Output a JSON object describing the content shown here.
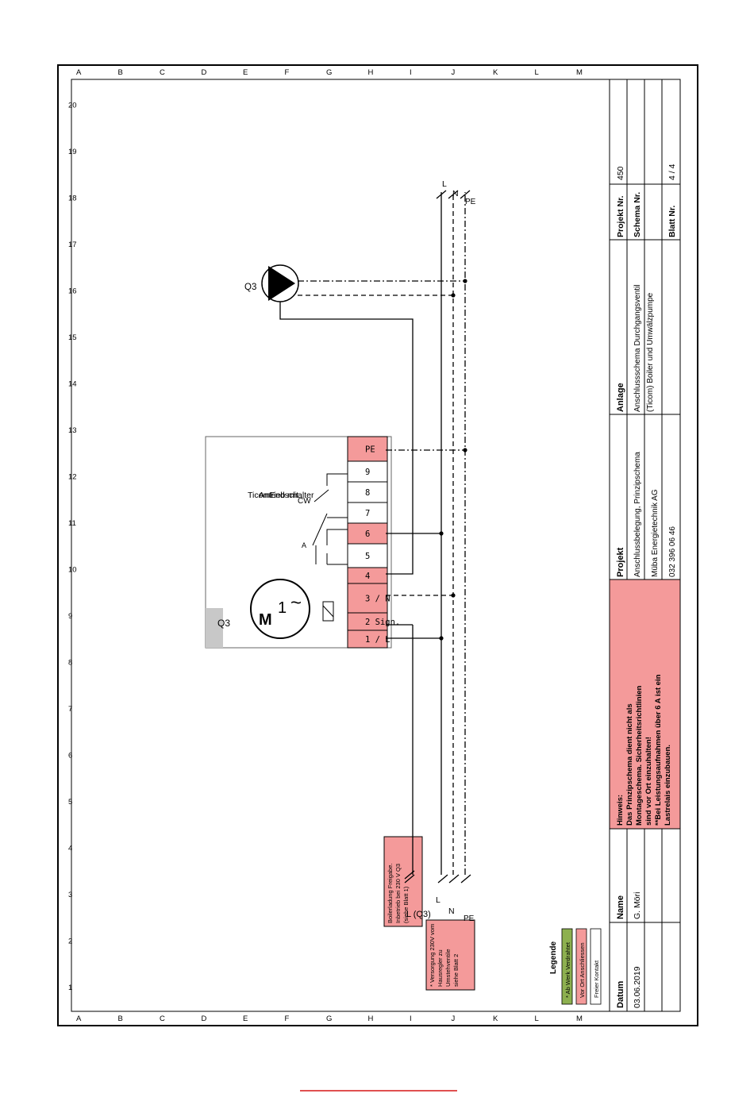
{
  "grid": {
    "columns": [
      "1",
      "2",
      "3",
      "4",
      "5",
      "6",
      "7",
      "8",
      "9",
      "10",
      "11",
      "12",
      "13",
      "14",
      "15",
      "16",
      "17",
      "18",
      "19",
      "20"
    ],
    "rows": [
      "A",
      "B",
      "C",
      "D",
      "E",
      "F",
      "G",
      "H",
      "I",
      "J",
      "K",
      "L",
      "M"
    ]
  },
  "device": {
    "tag": "Q3",
    "name_lines": [
      "Ticom",
      "Antrieb mit",
      "Endschalter"
    ],
    "motor_letter": "M",
    "motor_phase": "1",
    "motor_symbol": "~",
    "switch_a": "A",
    "switch_cw": "CW",
    "terminals": [
      "1 / L",
      "2 Sign.",
      "3 / N",
      "4",
      "5",
      "6",
      "7",
      "8",
      "9",
      "PE"
    ]
  },
  "pump": {
    "tag": "Q3"
  },
  "mains_right": [
    "L",
    "N",
    "PE"
  ],
  "mains_left": [
    "L",
    "N",
    "PE"
  ],
  "signal_label": "L (Q3)",
  "note_boiler": [
    "Boilerladung Freigabe.",
    "Inbetrieb bei 230 V Q3",
    "(siehe Blatt 1)"
  ],
  "note_supply": [
    "* Versorgung 230V vom",
    "Hausregler zu",
    "Umstehventile",
    "siehe Blatt 2"
  ],
  "legend": {
    "title": "Legende",
    "items": [
      "* Ab Werk Verdrahtet",
      "Vor Ort Anschliessen",
      "Freier Kontakt"
    ],
    "colors": [
      "#8db04f",
      "#f49a9a",
      "#ffffff"
    ]
  },
  "title_block": {
    "datum_label": "Datum",
    "datum": "03.06.2019",
    "name_label": "Name",
    "name": "G. Möri",
    "hinweis": [
      "Hinweis:",
      "Das Prinzipschema dient nicht als",
      "Montageschema. Sicherheitsrichtlinien",
      "sind vor Ort einzuhalten!",
      "**Bei Leistungsaufnahmen über 6 A ist ein",
      "Lastrelais einzubauen."
    ],
    "projekt_label": "Projekt",
    "projekt": [
      "Anschlussbelegung, Prinzipschema",
      "Müba Energietechnik AG",
      "032 396 06 46"
    ],
    "anlage_label": "Anlage",
    "anlage": [
      "Anschlussschema Durchgangsventil",
      "(Ticom) Boiler und Umwälzpumpe"
    ],
    "projekt_nr_label": "Projekt Nr.",
    "projekt_nr": "450",
    "schema_nr_label": "Schema Nr.",
    "schema_nr": "",
    "blatt_nr_label": "Blatt Nr.",
    "blatt_nr": "4 / 4"
  }
}
